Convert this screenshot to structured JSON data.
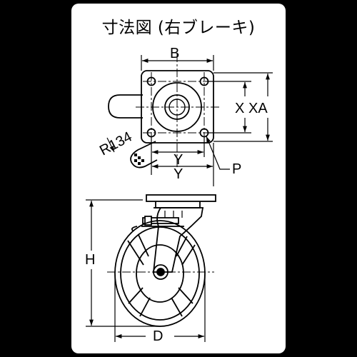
{
  "title": "寸法図 (右ブレーキ)",
  "labels": {
    "b": "B",
    "x": "X",
    "xa": "XA",
    "r": "R134",
    "y_inner": "Y",
    "y_outer": "Y",
    "p": "P",
    "h": "H",
    "d": "D"
  }
}
